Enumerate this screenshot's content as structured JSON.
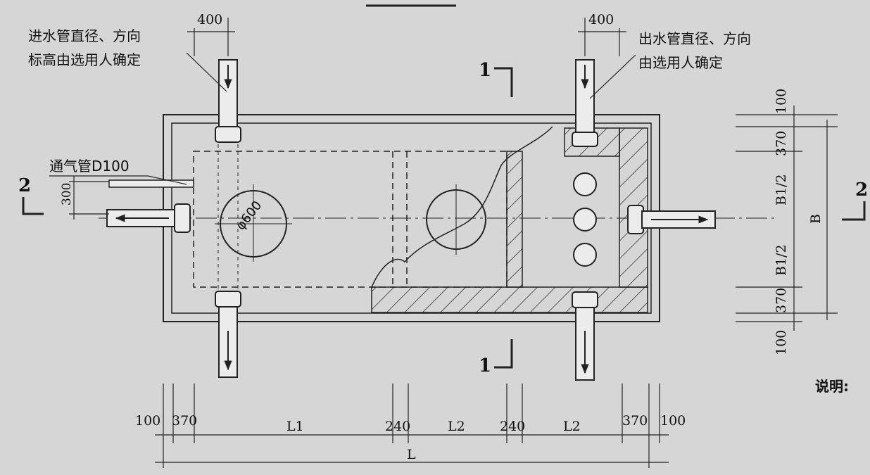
{
  "labels": {
    "inlet_note_line1": "进水管直径、方向",
    "inlet_note_line2": "标高由选用人确定",
    "outlet_note_line1": "出水管直径、方向",
    "outlet_note_line2": "由选用人确定",
    "vent_pipe": "通气管D100",
    "manhole": "φ600",
    "notes": "说明:"
  },
  "section_marks": {
    "section1_top": "1",
    "section1_bottom": "1",
    "section2_left": "2",
    "section2_right": "2"
  },
  "dimensions": {
    "inlet_offset": "400",
    "outlet_offset": "400",
    "vent_height": "300",
    "bottom": [
      "100",
      "370",
      "L1",
      "240",
      "L2",
      "240",
      "L2",
      "370",
      "100"
    ],
    "bottom_total": "L",
    "right": [
      "100",
      "370",
      "B1/2",
      "B1/2",
      "370",
      "100"
    ],
    "right_total": "B"
  },
  "colors": {
    "background": "#d6d6d6",
    "ink": "#1a1a1a",
    "pipe_fill": "#ececec"
  }
}
